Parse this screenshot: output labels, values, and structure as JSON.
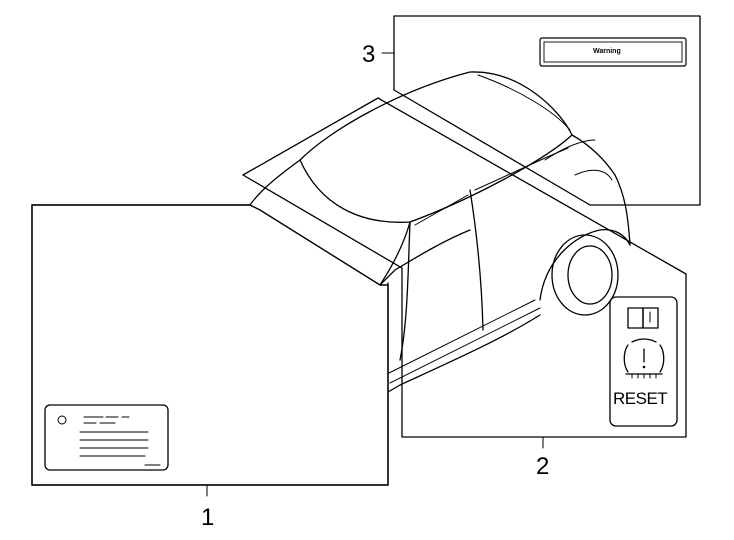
{
  "callouts": {
    "one": "1",
    "two": "2",
    "three": "3"
  },
  "warning_label": {
    "text": "Warning"
  },
  "tire_pressure_label": {
    "reset_text": "RESET",
    "icons": [
      "book-icon",
      "tire-pressure-warning-icon"
    ]
  }
}
